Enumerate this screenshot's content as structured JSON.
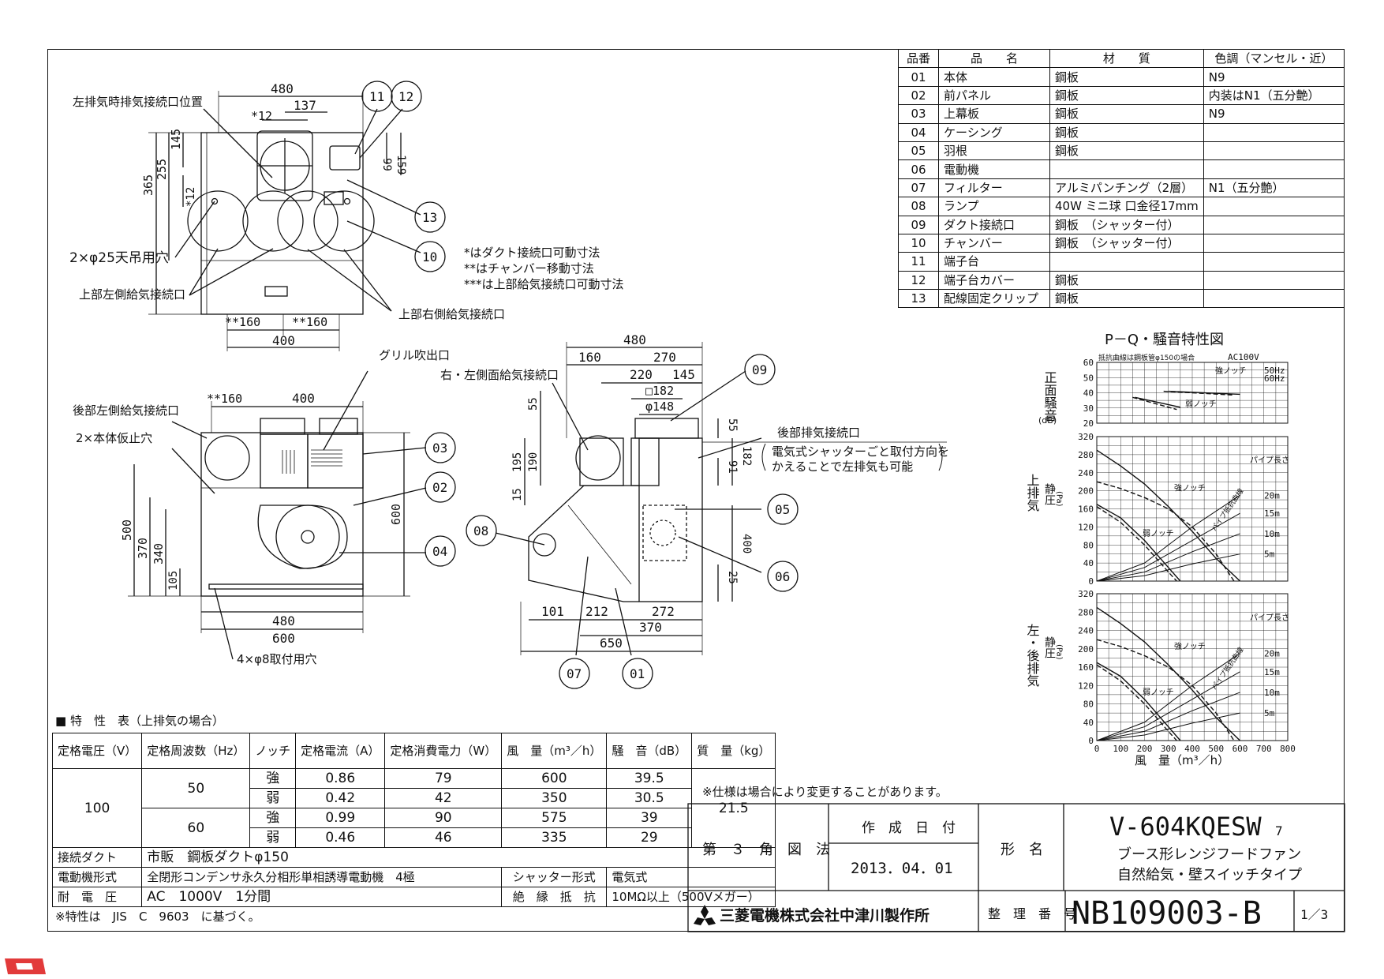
{
  "parts_table": {
    "headers": [
      "品番",
      "品　　名",
      "材　　質",
      "色調（マンセル・近）"
    ],
    "rows": [
      [
        "01",
        "本体",
        "鋼板",
        "N9"
      ],
      [
        "02",
        "前パネル",
        "鋼板",
        "内装はN1（五分艶）"
      ],
      [
        "03",
        "上幕板",
        "鋼板",
        "N9"
      ],
      [
        "04",
        "ケーシング",
        "鋼板",
        ""
      ],
      [
        "05",
        "羽根",
        "鋼板",
        ""
      ],
      [
        "06",
        "電動機",
        "",
        ""
      ],
      [
        "07",
        "フィルター",
        "アルミパンチング（2層）",
        "N1（五分艶）"
      ],
      [
        "08",
        "ランプ",
        "40W ミニ球 口金径17mm",
        ""
      ],
      [
        "09",
        "ダクト接続口",
        "鋼板　（シャッター付）",
        ""
      ],
      [
        "10",
        "チャンバー",
        "鋼板　（シャッター付）",
        ""
      ],
      [
        "11",
        "端子台",
        "",
        ""
      ],
      [
        "12",
        "端子台カバー",
        "鋼板",
        ""
      ],
      [
        "13",
        "配線固定クリップ",
        "鋼板",
        ""
      ]
    ]
  },
  "top_view": {
    "labels": {
      "left_exhaust": "左排気時排気接続口位置",
      "hanging_holes": "2×φ25天吊用穴",
      "upper_left_supply": "上部左側給気接続口",
      "upper_right_supply": "上部右側給気接続口"
    },
    "dims": [
      "480",
      "137",
      "*12",
      "145",
      "255",
      "365",
      "*12",
      "99",
      "159",
      "**160",
      "**160",
      "400"
    ],
    "balloons": [
      "11",
      "12",
      "13",
      "10"
    ]
  },
  "notes": [
    "*はダクト接続口可動寸法",
    "**はチャンバー移動寸法",
    "***は上部給気接続口可動寸法"
  ],
  "front_view": {
    "labels": {
      "grille": "グリル吹出口",
      "rear_left_supply": "後部左側給気接続口",
      "temp_holes": "2×本体仮止穴",
      "mount_holes": "4×φ8取付用穴"
    },
    "dims": [
      "**160",
      "400",
      "600",
      "500",
      "370",
      "340",
      "105",
      "480",
      "600"
    ],
    "balloons": [
      "03",
      "02",
      "04"
    ]
  },
  "side_view": {
    "labels": {
      "side_supply": "右・左側面給気接続口",
      "rear_exhaust": "後部排気接続口",
      "shutter_note_1": "電気式シャッターごと取付方向を",
      "shutter_note_2": "かえることで左排気も可能"
    },
    "dims": [
      "480",
      "160",
      "270",
      "220",
      "145",
      "□182",
      "φ148",
      "55",
      "195",
      "190",
      "15",
      "55",
      "182",
      "91",
      "400",
      "25",
      "101",
      "212",
      "272",
      "370",
      "650"
    ],
    "balloons": [
      "09",
      "05",
      "06",
      "08",
      "07",
      "01"
    ]
  },
  "chart_data": {
    "type": "line",
    "title": "P－Q・騒音特性図",
    "note": "抵抗曲線は鋼板管φ150の場合",
    "voltage": "AC100V",
    "noise_panel": {
      "ylabel": "正面騒音",
      "yunit": "(dB)",
      "ylim": [
        20,
        60
      ],
      "yticks": [
        20,
        30,
        40,
        50,
        60
      ],
      "legend": [
        "50Hz",
        "60Hz"
      ],
      "labels": [
        "強ノッチ",
        "弱ノッチ"
      ],
      "series": [
        {
          "x": [
            300,
            600
          ],
          "y": [
            41,
            39
          ]
        },
        {
          "x": [
            280,
            575
          ],
          "y": [
            41,
            38.5
          ]
        },
        {
          "x": [
            160,
            350
          ],
          "y": [
            37,
            30.5
          ]
        },
        {
          "x": [
            150,
            335
          ],
          "y": [
            37,
            29
          ]
        }
      ]
    },
    "upper_exhaust_panel": {
      "ylabel": "上排気",
      "ylabel2": "静圧",
      "yunit": "(Pa)",
      "ylim": [
        0,
        320
      ],
      "yticks": [
        0,
        40,
        80,
        120,
        160,
        200,
        240,
        280,
        320
      ],
      "labels": [
        "強ノッチ",
        "弱ノッチ",
        "パイプ抵抗曲線",
        "パイプ長さ"
      ],
      "pipe_lengths": [
        "20m",
        "15m",
        "10m",
        "5m"
      ],
      "series": [
        {
          "x": [
            0,
            100,
            200,
            300,
            400,
            500,
            600
          ],
          "y": [
            290,
            255,
            215,
            165,
            110,
            50,
            0
          ]
        },
        {
          "x": [
            0,
            100,
            200,
            300,
            400,
            500,
            575
          ],
          "y": [
            220,
            205,
            185,
            160,
            120,
            60,
            0
          ]
        },
        {
          "x": [
            0,
            100,
            200,
            300,
            350
          ],
          "y": [
            170,
            140,
            90,
            30,
            0
          ]
        },
        {
          "x": [
            0,
            100,
            200,
            300,
            335
          ],
          "y": [
            165,
            130,
            80,
            20,
            0
          ]
        },
        {
          "x": [
            0,
            200,
            400,
            600
          ],
          "y": [
            0,
            40,
            120,
            190
          ]
        },
        {
          "x": [
            0,
            200,
            400,
            600
          ],
          "y": [
            0,
            30,
            90,
            150
          ]
        },
        {
          "x": [
            0,
            200,
            400,
            600
          ],
          "y": [
            0,
            20,
            65,
            105
          ]
        },
        {
          "x": [
            0,
            200,
            400,
            600
          ],
          "y": [
            0,
            12,
            38,
            60
          ]
        }
      ]
    },
    "left_rear_panel": {
      "ylabel": "左・後排気",
      "ylabel2": "静圧",
      "yunit": "(Pa)",
      "ylim": [
        0,
        320
      ],
      "yticks": [
        0,
        40,
        80,
        120,
        160,
        200,
        240,
        280,
        320
      ],
      "labels": [
        "強ノッチ",
        "弱ノッチ",
        "パイプ抵抗曲線",
        "パイプ長さ"
      ],
      "pipe_lengths": [
        "20m",
        "15m",
        "10m",
        "5m"
      ],
      "series": [
        {
          "x": [
            0,
            100,
            200,
            300,
            400,
            500,
            600
          ],
          "y": [
            290,
            255,
            215,
            165,
            110,
            50,
            0
          ]
        },
        {
          "x": [
            0,
            100,
            200,
            300,
            400,
            500,
            575
          ],
          "y": [
            220,
            205,
            185,
            160,
            120,
            60,
            0
          ]
        },
        {
          "x": [
            0,
            100,
            200,
            300,
            350
          ],
          "y": [
            170,
            140,
            90,
            30,
            0
          ]
        },
        {
          "x": [
            0,
            100,
            200,
            300,
            335
          ],
          "y": [
            165,
            130,
            80,
            20,
            0
          ]
        },
        {
          "x": [
            0,
            200,
            400,
            600
          ],
          "y": [
            0,
            40,
            120,
            190
          ]
        },
        {
          "x": [
            0,
            200,
            400,
            600
          ],
          "y": [
            0,
            30,
            90,
            150
          ]
        },
        {
          "x": [
            0,
            200,
            400,
            600
          ],
          "y": [
            0,
            20,
            65,
            105
          ]
        },
        {
          "x": [
            0,
            200,
            400,
            600
          ],
          "y": [
            0,
            12,
            38,
            60
          ]
        }
      ]
    },
    "xlabel": "風　量（m³／h）",
    "xlim": [
      0,
      800
    ],
    "xticks": [
      0,
      100,
      200,
      300,
      400,
      500,
      600,
      700,
      800
    ]
  },
  "spec_table": {
    "title": "■ 特　性　表（上排気の場合）",
    "headers": [
      "定格電圧（V）",
      "定格周波数（Hz）",
      "ノッチ",
      "定格電流（A）",
      "定格消費電力（W）",
      "風　量（m³／h）",
      "騒　音（dB）",
      "質　量（kg）"
    ],
    "voltage": "100",
    "mass": "21.5",
    "groups": [
      {
        "hz": "50",
        "rows": [
          [
            "強",
            "0.86",
            "79",
            "600",
            "39.5"
          ],
          [
            "弱",
            "0.42",
            "42",
            "350",
            "30.5"
          ]
        ]
      },
      {
        "hz": "60",
        "rows": [
          [
            "強",
            "0.99",
            "90",
            "575",
            "39"
          ],
          [
            "弱",
            "0.46",
            "46",
            "335",
            "29"
          ]
        ]
      }
    ],
    "duct_label": "接続ダクト",
    "duct_value": "市販　鋼板ダクトφ150",
    "motor_label": "電動機形式",
    "motor_value": "全閉形コンデンサ永久分相形単相誘導電動機　4極",
    "shutter_label": "シャッター形式",
    "shutter_value": "電気式",
    "withstand_label": "耐　電　圧",
    "withstand_value": "AC　1000V　1分間",
    "insulation_label": "絶　縁　抵　抗",
    "insulation_value": "10MΩ以上（500Vメガー）",
    "footnote": "※特性は　JIS　C　9603　に基づく。"
  },
  "title_block": {
    "change_note": "※仕様は場合により変更することがあります。",
    "projection": "第　３　角　図　法",
    "date_label": "作　成　日　付",
    "date": "2013．04．01",
    "model_label": "形　名",
    "model": "V-604KQESW",
    "model_suffix": "7",
    "desc1": "ブース形レンジフードファン",
    "desc2": "自然給気・壁スイッチタイプ",
    "company": "三菱電機株式会社中津川製作所",
    "number_label": "整　理　番　号",
    "number": "NB109003-B",
    "page": "1／3"
  }
}
